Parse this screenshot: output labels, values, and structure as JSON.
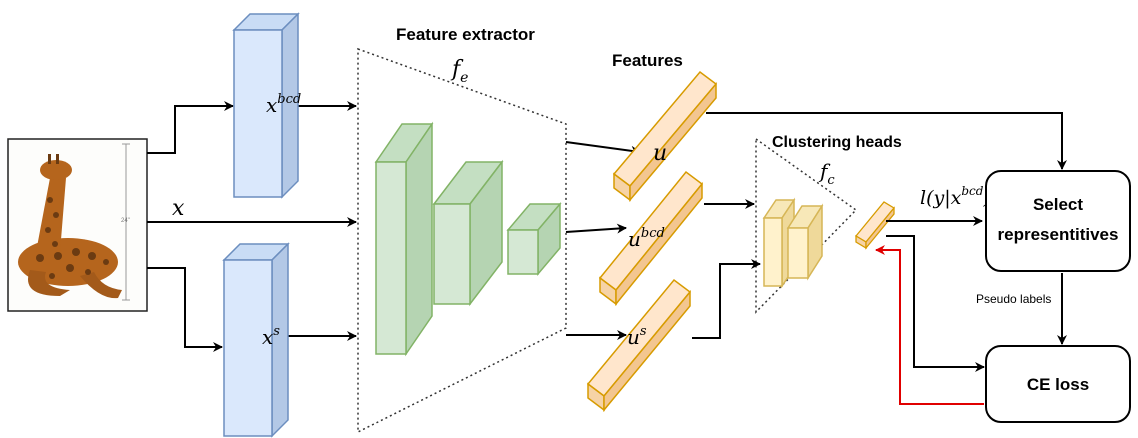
{
  "titles": {
    "feature_extractor": "Feature extractor",
    "features": "Features",
    "clustering_heads": "Clustering heads"
  },
  "math": {
    "fe_base": "f",
    "fe_sub": "e",
    "fc_base": "f",
    "fc_sub": "c",
    "x": "x",
    "x_bcd_base": "x",
    "x_bcd_sup": "bcd",
    "x_s_base": "x",
    "x_s_sup": "s",
    "u": "u",
    "u_bcd_base": "u",
    "u_bcd_sup": "bcd",
    "u_s_base": "u",
    "u_s_sup": "s",
    "likelihood_pre": "l(y|x",
    "likelihood_sup": "bcd",
    "likelihood_post": ")"
  },
  "boxes": {
    "select_line1": "Select",
    "select_line2": "representitives",
    "ce_loss": "CE loss"
  },
  "edge_labels": {
    "pseudo_labels": "Pseudo labels"
  },
  "image": {
    "ruler_label": "24\""
  },
  "colors": {
    "blue_fill": "#dae8fc",
    "blue_stroke": "#6c8ebf",
    "green_fill": "#d5e8d4",
    "green_stroke": "#82b366",
    "orange_fill": "#ffe6cc",
    "orange_stroke": "#d79b00",
    "yellow_fill": "#fff2cc",
    "yellow_stroke": "#d6b656",
    "red_arrow": "#e00000"
  }
}
